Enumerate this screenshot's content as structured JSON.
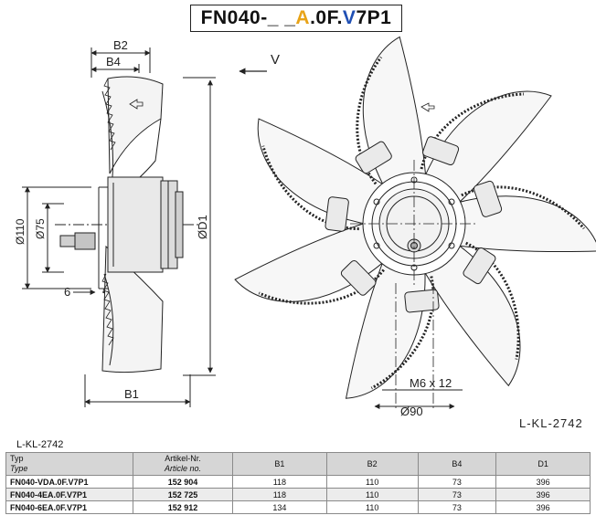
{
  "title": {
    "prefix": "FN040-_ _",
    "orange": "A",
    "mid": ".0F.",
    "blue": "V",
    "suffix": "7P1"
  },
  "drawing": {
    "dim_b2": "B2",
    "dim_b4": "B4",
    "dim_b1": "B1",
    "dim_d1": "ØD1",
    "dim_110": "Ø110",
    "dim_75": "Ø75",
    "dim_6": "6",
    "airflow": "V",
    "bolt": "M6 x 12",
    "dim_90": "Ø90",
    "code": "L-KL-2742"
  },
  "table": {
    "caption": "L-KL-2742",
    "headers": {
      "type": "Typ",
      "type_en": "Type",
      "article": "Artikel-Nr.",
      "article_en": "Article no.",
      "b1": "B1",
      "b2": "B2",
      "b4": "B4",
      "d1": "D1"
    },
    "rows": [
      {
        "type": "FN040-VDA.0F.V7P1",
        "article": "152 904",
        "b1": "118",
        "b2": "110",
        "b4": "73",
        "d1": "396"
      },
      {
        "type": "FN040-4EA.0F.V7P1",
        "article": "152 725",
        "b1": "118",
        "b2": "110",
        "b4": "73",
        "d1": "396"
      },
      {
        "type": "FN040-6EA.0F.V7P1",
        "article": "152 912",
        "b1": "134",
        "b2": "110",
        "b4": "73",
        "d1": "396"
      }
    ]
  }
}
